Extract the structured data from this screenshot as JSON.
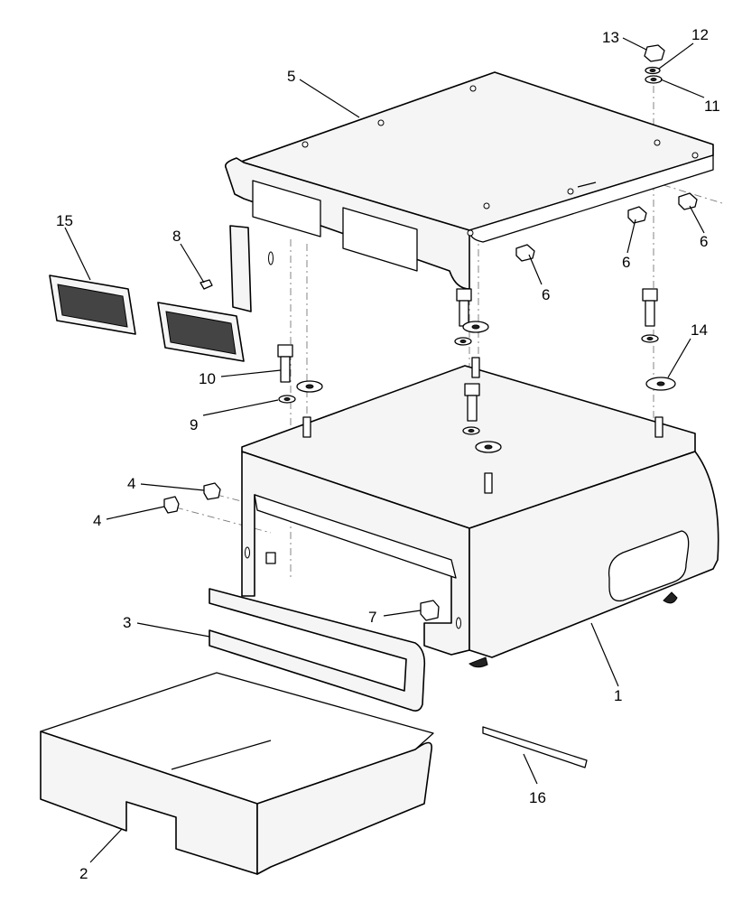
{
  "callouts": [
    {
      "id": "c1",
      "label": "1"
    },
    {
      "id": "c2",
      "label": "2"
    },
    {
      "id": "c3",
      "label": "3"
    },
    {
      "id": "c4a",
      "label": "4"
    },
    {
      "id": "c4b",
      "label": "4"
    },
    {
      "id": "c5",
      "label": "5"
    },
    {
      "id": "c6a",
      "label": "6"
    },
    {
      "id": "c6b",
      "label": "6"
    },
    {
      "id": "c6c",
      "label": "6"
    },
    {
      "id": "c7",
      "label": "7"
    },
    {
      "id": "c8",
      "label": "8"
    },
    {
      "id": "c9",
      "label": "9"
    },
    {
      "id": "c10",
      "label": "10"
    },
    {
      "id": "c11",
      "label": "11"
    },
    {
      "id": "c12",
      "label": "12"
    },
    {
      "id": "c13",
      "label": "13"
    },
    {
      "id": "c14",
      "label": "14"
    },
    {
      "id": "c15",
      "label": "15"
    },
    {
      "id": "c16",
      "label": "16"
    }
  ]
}
